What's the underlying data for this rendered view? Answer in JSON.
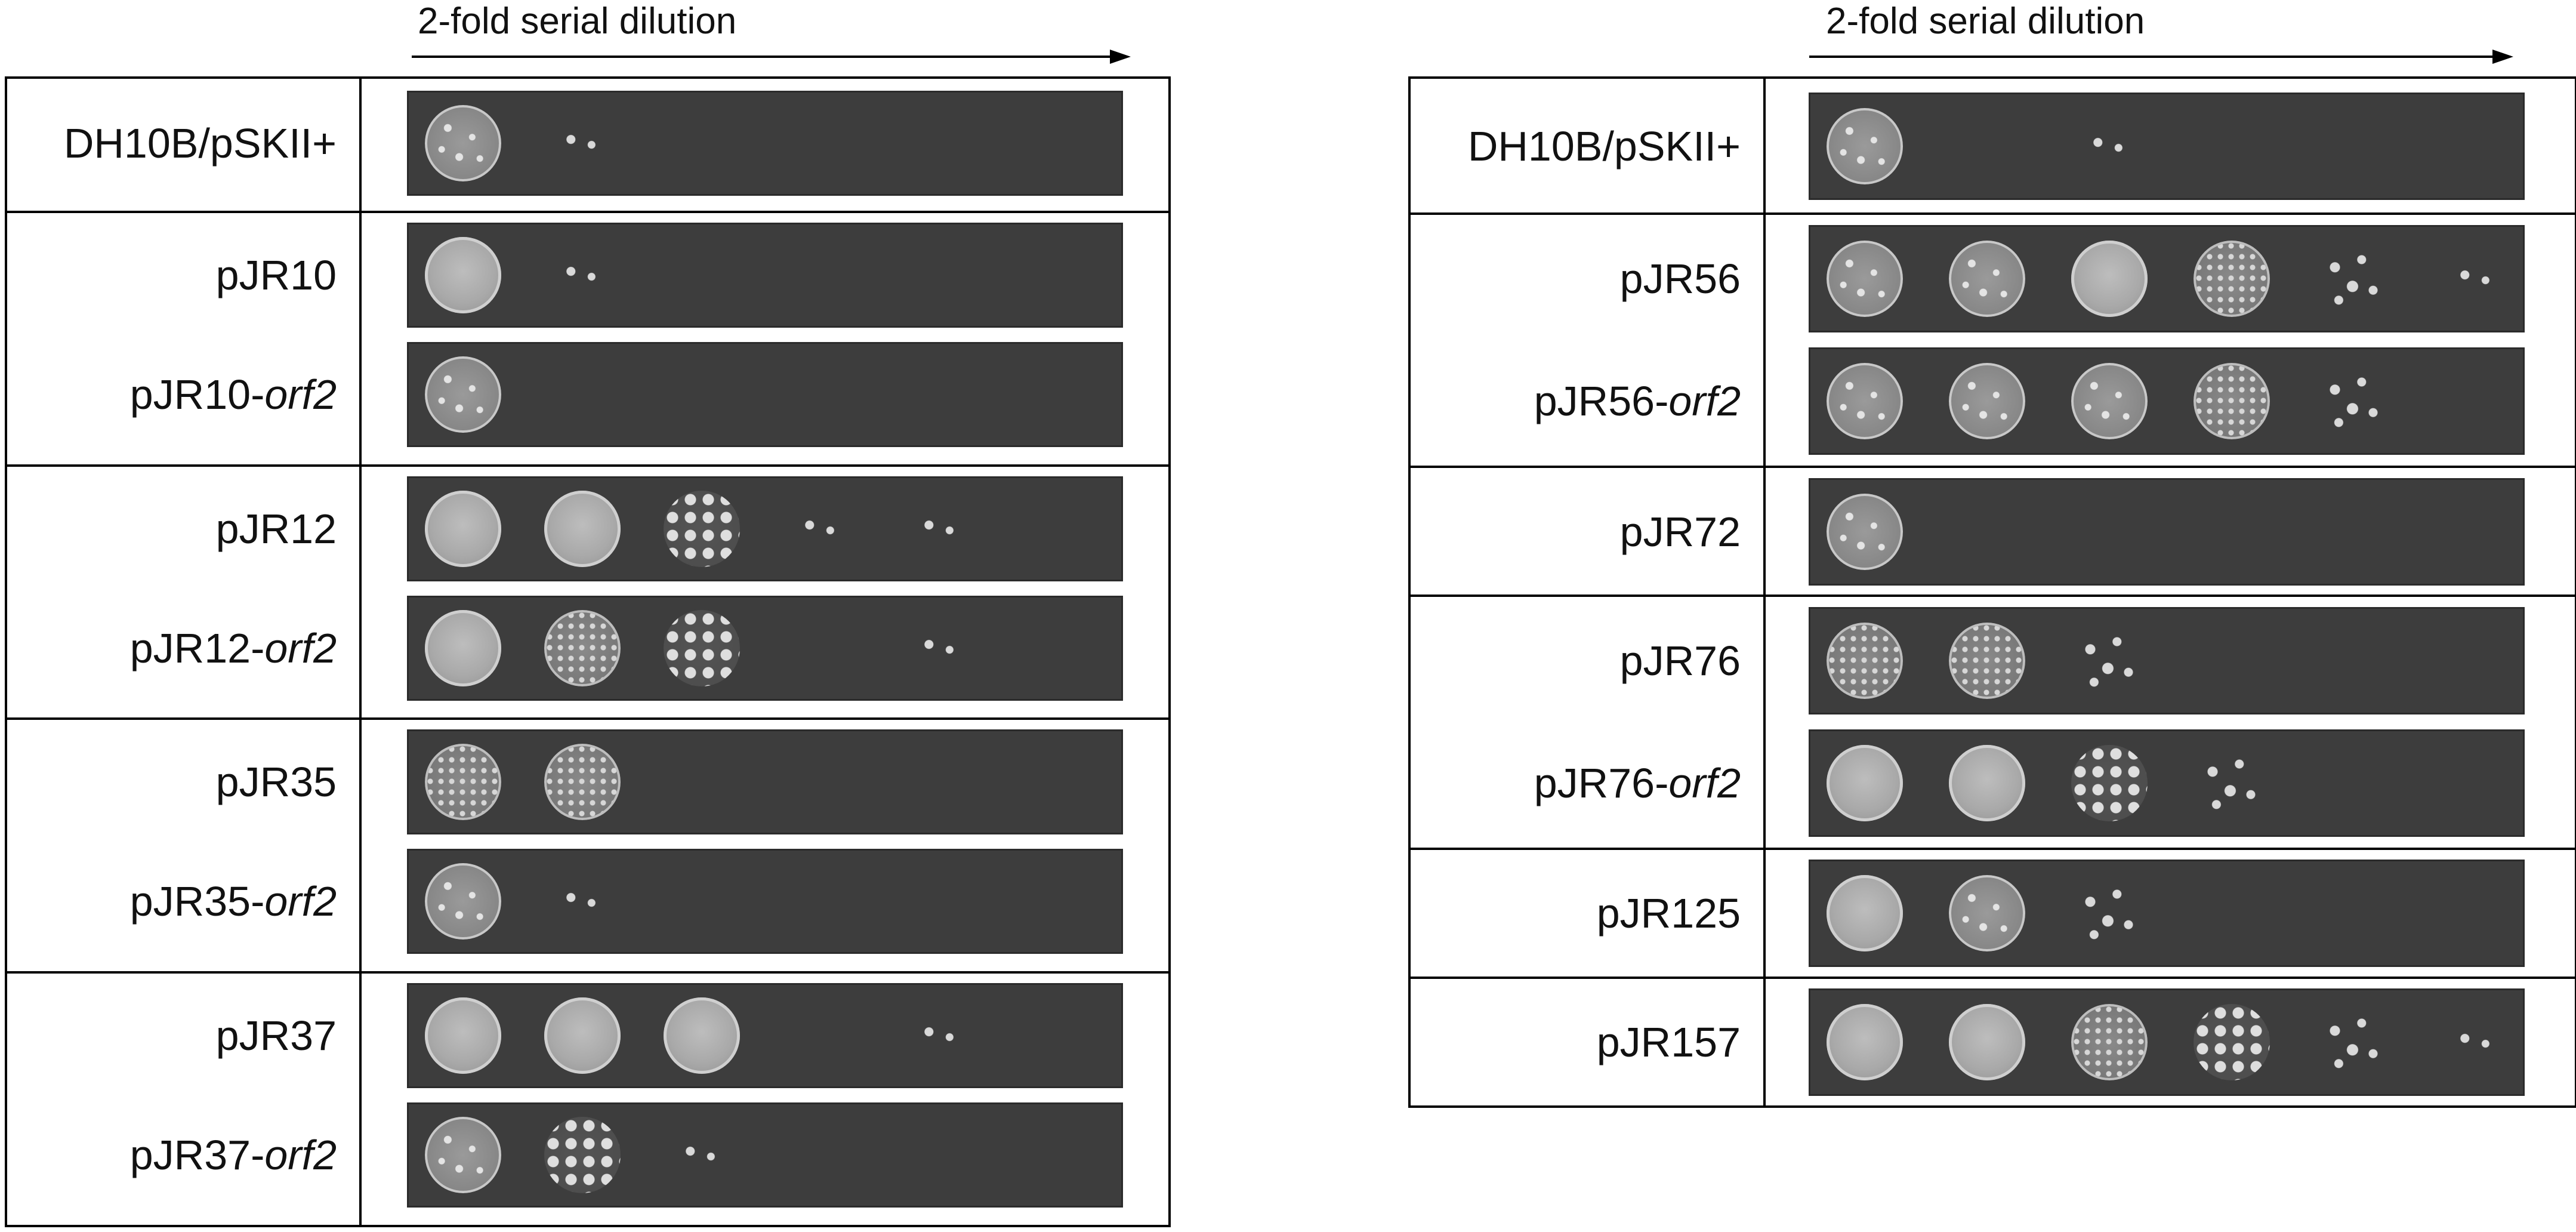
{
  "figure": {
    "left_panel": {
      "dilution_label": "2-fold serial dilution",
      "rows": [
        {
          "strain": "DH10B/pSKII+",
          "orf2": false,
          "spots": [
            "dense",
            "few"
          ]
        },
        {
          "strain": "pJR10",
          "orf2": false,
          "spots": [
            "lawn",
            "few"
          ]
        },
        {
          "strain": "pJR10-",
          "orf2": true,
          "spots": [
            "dense"
          ]
        },
        {
          "strain": "pJR12",
          "orf2": false,
          "spots": [
            "lawn",
            "lawn",
            "colonies",
            "few",
            "few"
          ]
        },
        {
          "strain": "pJR12-",
          "orf2": true,
          "spots": [
            "lawn",
            "grainy",
            "colonies",
            "",
            "few"
          ]
        },
        {
          "strain": "pJR35",
          "orf2": false,
          "spots": [
            "grainy",
            "grainy"
          ]
        },
        {
          "strain": "pJR35-",
          "orf2": true,
          "spots": [
            "dense",
            "few"
          ]
        },
        {
          "strain": "pJR37",
          "orf2": false,
          "spots": [
            "lawn",
            "lawn",
            "lawn",
            "",
            "few"
          ]
        },
        {
          "strain": "pJR37-",
          "orf2": true,
          "spots": [
            "dense",
            "colonies",
            "few"
          ]
        }
      ],
      "groups": [
        1,
        2,
        2,
        2,
        2
      ]
    },
    "right_panel": {
      "dilution_label": "2-fold serial dilution",
      "rows": [
        {
          "strain": "DH10B/pSKII+",
          "orf2": false,
          "spots": [
            "dense",
            "",
            "few"
          ]
        },
        {
          "strain": "pJR56",
          "orf2": false,
          "spots": [
            "dense",
            "dense",
            "lawn",
            "grainy",
            "sparse",
            "few"
          ]
        },
        {
          "strain": "pJR56-",
          "orf2": true,
          "spots": [
            "dense",
            "dense",
            "dense",
            "grainy",
            "sparse"
          ]
        },
        {
          "strain": "pJR72",
          "orf2": false,
          "spots": [
            "dense"
          ]
        },
        {
          "strain": "pJR76",
          "orf2": false,
          "spots": [
            "grainy",
            "grainy",
            "sparse"
          ]
        },
        {
          "strain": "pJR76-",
          "orf2": true,
          "spots": [
            "lawn",
            "lawn",
            "colonies",
            "sparse"
          ]
        },
        {
          "strain": "pJR125",
          "orf2": false,
          "spots": [
            "lawn",
            "dense",
            "sparse"
          ]
        },
        {
          "strain": "pJR157",
          "orf2": false,
          "spots": [
            "lawn",
            "lawn",
            "grainy",
            "colonies",
            "sparse",
            "few"
          ]
        }
      ],
      "groups": [
        1,
        2,
        1,
        2,
        1,
        1
      ]
    },
    "italic_suffix": "orf2"
  }
}
